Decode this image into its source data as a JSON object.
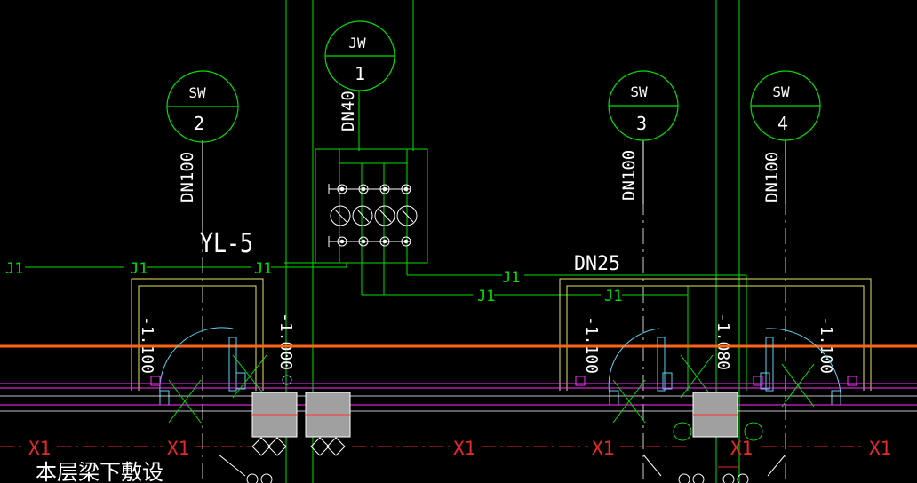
{
  "colors": {
    "background": "#000000",
    "green": "#00e000",
    "white": "#ffffff",
    "yellow": "#e6e65a",
    "cyan": "#5ad2f0",
    "magenta": "#ff30ff",
    "orange": "#ff6418",
    "red": "#e62828",
    "gray": "#a0a0a0"
  },
  "markers": [
    {
      "type": "SW",
      "num": "2"
    },
    {
      "type": "JW",
      "num": "1"
    },
    {
      "type": "SW",
      "num": "3"
    },
    {
      "type": "SW",
      "num": "4"
    }
  ],
  "pipe_sizes": {
    "sw2": "DN100",
    "jw1": "DN40",
    "sw3": "DN100",
    "sw4": "DN100",
    "branch": "DN25"
  },
  "riser_label": "YL-5",
  "line_labels": {
    "j1": "J1",
    "x1": "X1"
  },
  "elevations": {
    "e1": "-1.100",
    "e2": "-1.000",
    "e3": "-1.100",
    "e4": "-1.080",
    "e5": "-1.100"
  },
  "note": "本层梁下敷设"
}
